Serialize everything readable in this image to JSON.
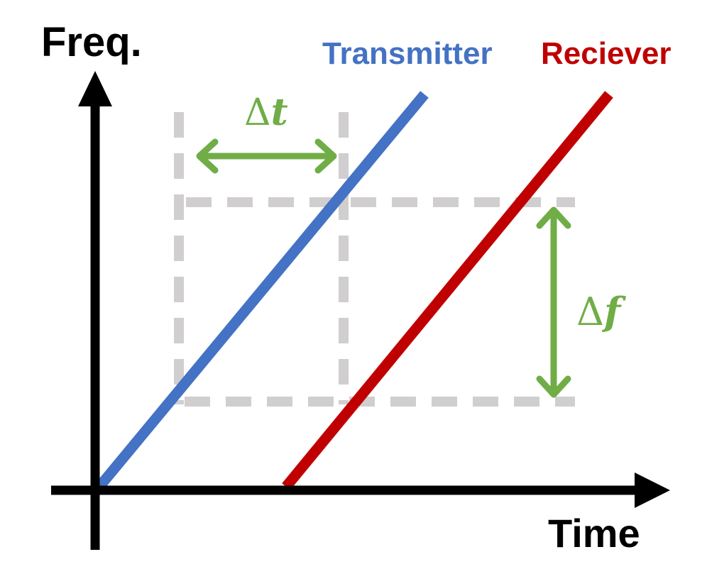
{
  "axes": {
    "y_label": "Freq.",
    "x_label": "Time"
  },
  "legend": {
    "transmitter": "Transmitter",
    "receiver": "Reciever"
  },
  "annotations": {
    "delta_t": {
      "symbol": "Δ",
      "variable": "t"
    },
    "delta_f": {
      "symbol": "Δ",
      "variable": "f"
    }
  },
  "colors": {
    "axis": "#000000",
    "transmitter": "#4472c4",
    "receiver": "#c00000",
    "delta": "#70ad47",
    "guide": "#d0cece"
  }
}
